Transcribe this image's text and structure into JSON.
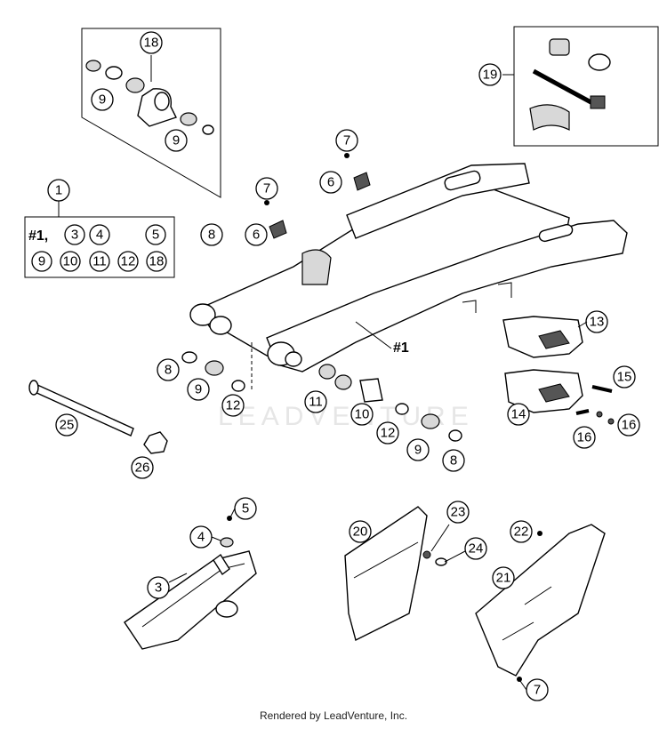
{
  "diagram": {
    "watermark": "LEADVENTURE",
    "swingarm_label": "#1",
    "kit_prefix": "#1,",
    "callouts": {
      "c1": "1",
      "c3": "3",
      "c4": "4",
      "c5": "5",
      "c6": "6",
      "c7": "7",
      "c8": "8",
      "c9": "9",
      "c10": "10",
      "c11": "11",
      "c12": "12",
      "c13": "13",
      "c14": "14",
      "c15": "15",
      "c16": "16",
      "c18": "18",
      "c19": "19",
      "c20": "20",
      "c21": "21",
      "c22": "22",
      "c23": "23",
      "c24": "24",
      "c25": "25",
      "c26": "26"
    }
  },
  "footer": {
    "text": "Rendered by LeadVenture, Inc."
  }
}
